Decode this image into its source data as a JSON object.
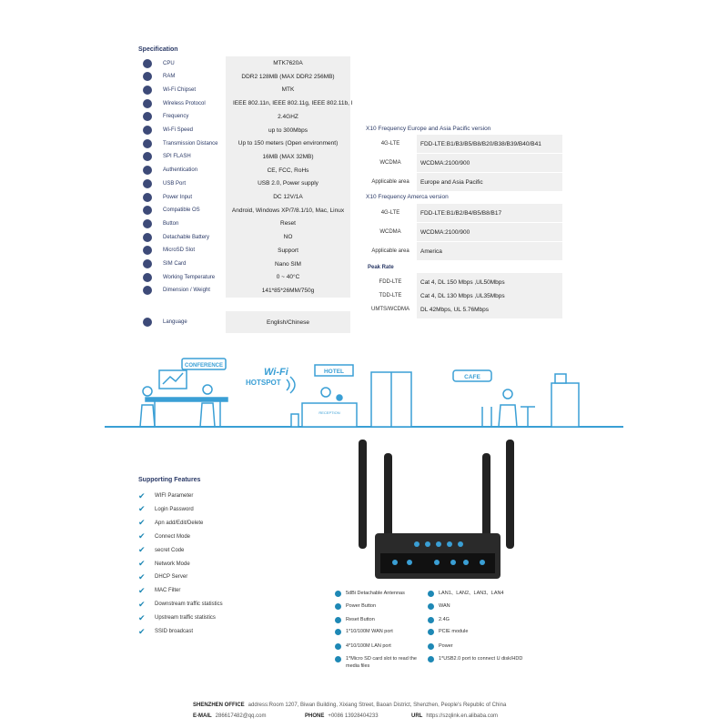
{
  "spec": {
    "title": "Specification",
    "rows": [
      {
        "icon": "cpu-icon",
        "label": "CPU",
        "value": "MTK7620A"
      },
      {
        "icon": "ram-icon",
        "label": "RAM",
        "value": "DDR2 128MB (MAX DDR2 256MB)"
      },
      {
        "icon": "wifi-icon",
        "label": "Wi-Fi Chipset",
        "value": "MTK"
      },
      {
        "icon": "protocol-icon",
        "label": "Wireless Protocol",
        "value": "IEEE 802.11n, IEEE 802.11g, IEEE 802.11b, I"
      },
      {
        "icon": "frequency-icon",
        "label": "Frequency",
        "value": "2.4GHZ"
      },
      {
        "icon": "speed-icon",
        "label": "Wi-Fi Speed",
        "value": "up to 300Mbps"
      },
      {
        "icon": "distance-icon",
        "label": "Transmission Distance",
        "value": "Up to 150 meters (Open environment)"
      },
      {
        "icon": "flash-icon",
        "label": "SPI FLASH",
        "value": "16MB (MAX 32MB)"
      },
      {
        "icon": "auth-icon",
        "label": "Authentication",
        "value": "CE, FCC, RoHs"
      },
      {
        "icon": "usb-icon",
        "label": "USB Port",
        "value": "USB 2.0, Power supply"
      },
      {
        "icon": "power-icon",
        "label": "Power Input",
        "value": "DC 12V/1A"
      },
      {
        "icon": "os-icon",
        "label": "Compatible OS",
        "value": "Android, Windows XP/7/8.1/10, Mac, Linux"
      },
      {
        "icon": "button-icon",
        "label": "Button",
        "value": "Reset"
      },
      {
        "icon": "battery-icon",
        "label": "Detachable Battery",
        "value": "NO"
      },
      {
        "icon": "sd-icon",
        "label": "MicroSD Slot",
        "value": "Support"
      },
      {
        "icon": "sim-icon",
        "label": "SIM Card",
        "value": "Nano SIM"
      },
      {
        "icon": "temperature-icon",
        "label": "Working Temperature",
        "value": "0 ~ 40°C"
      },
      {
        "icon": "dimension-icon",
        "label": "Dimension / Weight",
        "value": "141*85*26MM/750g"
      },
      {
        "icon": "language-icon",
        "label": "Language",
        "value": "English/Chinese"
      }
    ]
  },
  "lte": {
    "eu_title": "X10 Frequency Europe and Asia Pacific version",
    "eu_rows": [
      {
        "k": "4G-LTE",
        "v": "FDD-LTE:B1/B3/B5/B8/B20/B38/B39/B40/B41"
      },
      {
        "k": "WCDMA",
        "v": "WCDMA:2100/900"
      },
      {
        "k": "Applicable area",
        "v": "Europe and Asia Pacific"
      }
    ],
    "am_title": "X10 Frequency Amerca version",
    "am_rows": [
      {
        "k": "4G-LTE",
        "v": "FDD-LTE:B1/B2/B4/B5/B8/B17"
      },
      {
        "k": "WCDMA",
        "v": "WCDMA:2100/900"
      },
      {
        "k": "Applicable area",
        "v": "America"
      }
    ],
    "peak_title": "Peak Rate",
    "peak_rows": [
      {
        "k": "FDD-LTE",
        "v": "Cat 4, DL 150 Mbps ,UL50Mbps"
      },
      {
        "k": "TDD-LTE",
        "v": "Cat 4, DL 130 Mbps ,UL35Mbps"
      },
      {
        "k": "UMTS/WCDMA",
        "v": "DL 42Mbps, UL 5.76Mbps"
      }
    ]
  },
  "scene": {
    "conference": "CONFERENCE",
    "wifi": "Wi-Fi",
    "hotspot": "HOTSPOT",
    "hotel": "HOTEL",
    "reception": "RECEPTION",
    "cafe": "CAFE",
    "accent": "#3a9fd5"
  },
  "features": {
    "title": "Supporting Features",
    "items": [
      "WIFI Parameter",
      "Login Password",
      "Apn add/Edit/Delete",
      "Connect Mode",
      "secret Code",
      "Network Mode",
      "DHCP Server",
      "MAC Filter",
      "Downstream traffic statistics",
      "Upstream traffic statistics",
      "SSID broadcast"
    ]
  },
  "ports": {
    "left": [
      "5dBi Detachable Antennas",
      "Power Button",
      "Reset Button",
      "1*10/100M WAN port",
      "4*10/100M LAN port",
      "1*Micro SD card slot to read the media files"
    ],
    "right": [
      "LAN1、LAN2、LAN3、LAN4",
      "WAN",
      "2.4G",
      "PCIE module",
      "Power",
      "1*USB2.0 port to connect U disk/HDD"
    ]
  },
  "footer": {
    "office_label": "SHENZHEN OFFICE",
    "office_value": "address:Room 1207, Biwan Building, Xixiang Street, Baoan District, Shenzhen, People's Republic of China",
    "email_label": "E-MAIL",
    "email_value": "286617482@qq.com",
    "phone_label": "PHONE",
    "phone_value": "+0086 13928404233",
    "url_label": "URL",
    "url_value": "https://szqlink.en.alibaba.com"
  }
}
